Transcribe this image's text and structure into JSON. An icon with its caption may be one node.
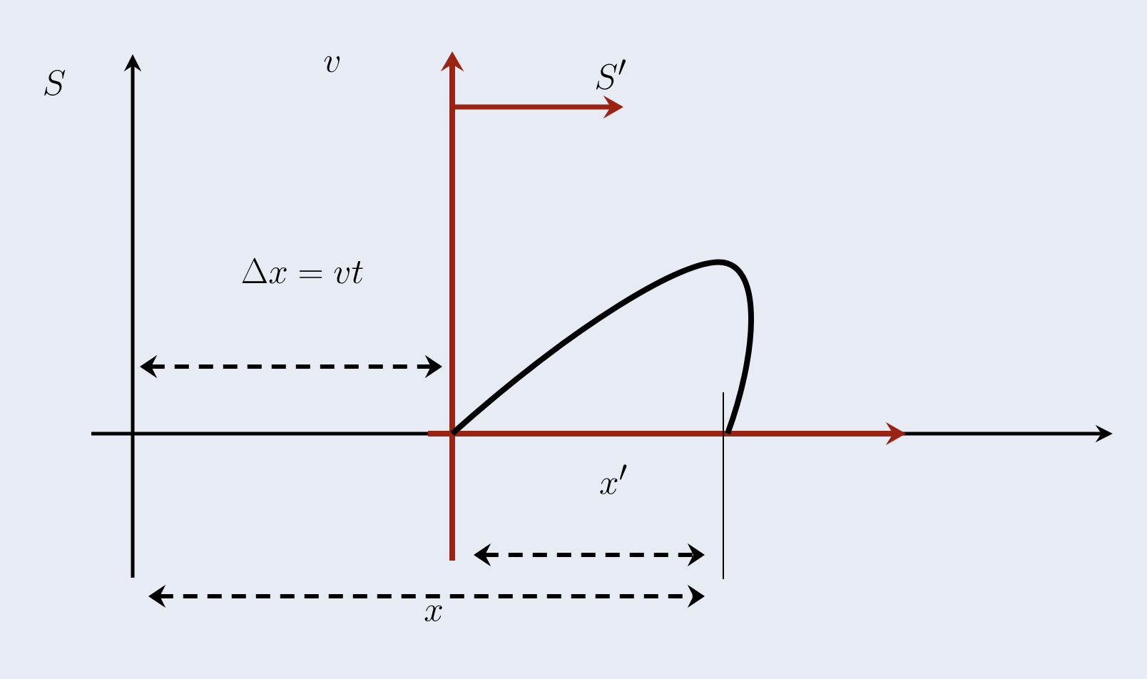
{
  "diagram": {
    "labels": [
      "S",
      "v",
      "S'",
      "\\Delta x = vt",
      "x'",
      "x"
    ]
  }
}
